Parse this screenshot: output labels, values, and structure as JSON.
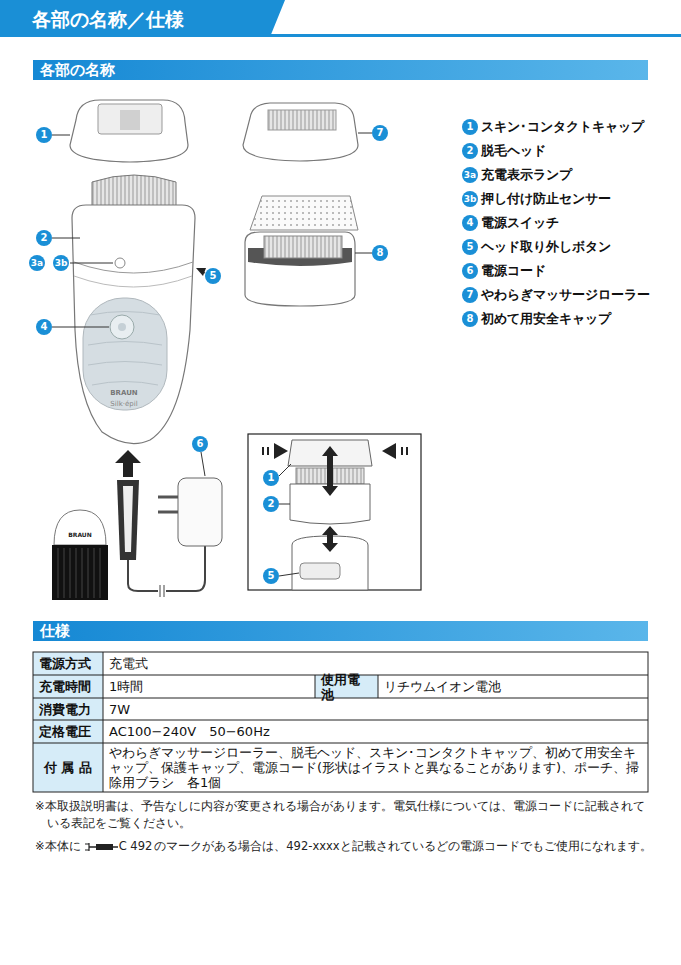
{
  "diagram": {
    "title": "各部の名称／仕様",
    "nodes": [
      {
        "text": [
          "各部の名称"
        ]
      },
      {
        "text": [
          "仕様"
        ]
      }
    ],
    "labels": [
      "1",
      "7",
      "2",
      "3a",
      "3b",
      "8",
      "5",
      "4",
      "6",
      "1",
      "2",
      "5",
      "BRAUN",
      "Silk·épil",
      "BRAUN",
      "1",
      "スキン･コンタクトキャップ",
      "2",
      "脱毛ヘッド",
      "3a",
      "充電表示ランプ",
      "3b",
      "押し付け防止センサー",
      "4",
      "電源スイッチ",
      "5",
      "ヘッド取り外しボタン",
      "6",
      "電源コード",
      "7",
      "やわらぎマッサージローラー",
      "8",
      "初めて用安全キャップ",
      "電源方式",
      "充電式",
      "充電時間",
      "1時間",
      "使用電池",
      "リチウムイオン電池",
      "消費電力",
      "7W",
      "定格電圧",
      "AC100−240V　50−60Hz",
      "付 属 品",
      "やわらぎマッサージローラー、脱毛ヘッド、スキン･コンタクトキャップ、初めて用安全キャップ、保護キャップ、電源コード(形状はイラストと異なることがあります)、ポーチ、掃除用ブラシ　各1個",
      "※本取扱説明書は、予告なしに内容が変更される場合があります。電気仕様については、電源コードに記載されている表記をご覧ください。",
      "※本体に",
      "C 492",
      "のマークがある場合は、492-xxxxと記載されているどの電源コードでもご使用になれます。"
    ]
  }
}
